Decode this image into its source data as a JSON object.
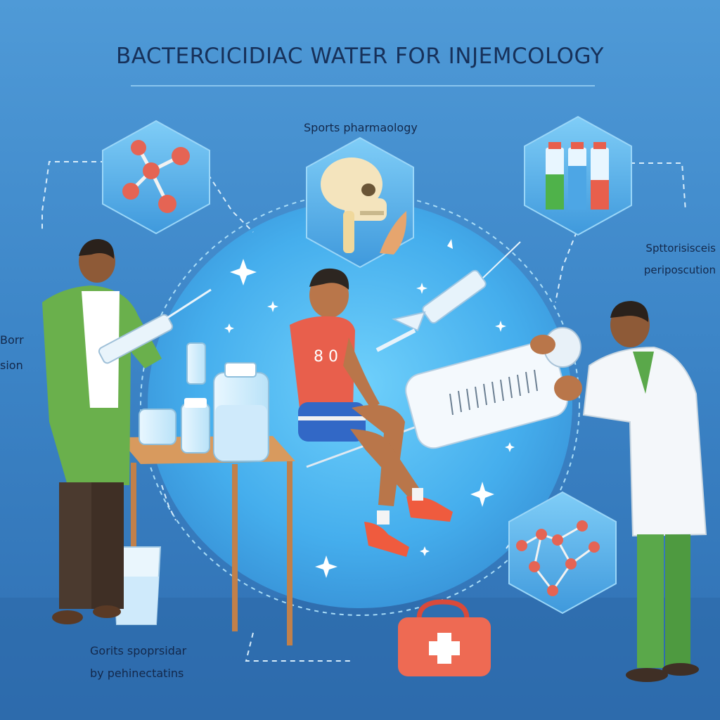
{
  "title": "BACTERCICIDIAC WATER FOR INJEMCOLOGY",
  "labels": {
    "sports_pharmacology": "Sports pharmaology",
    "right_line1": "Spttorisisceis",
    "right_line2": "periposcution",
    "left_line1": "Borr",
    "left_line2": "sion",
    "bottom_line1": "Gorits spoprsidar",
    "bottom_line2": "by pehinectatins"
  },
  "jersey_number": "8 0",
  "colors": {
    "background": "#3d86c8",
    "bubble": "#5cc3f4",
    "title": "#17315a",
    "green_coat": "#6ab04c",
    "red_accent": "#e85f4c"
  },
  "icons": [
    "molecule-icon",
    "skull-icon",
    "vials-icon",
    "network-icon",
    "first-aid-kit-icon",
    "syringe-icon",
    "sparkle-icon"
  ]
}
